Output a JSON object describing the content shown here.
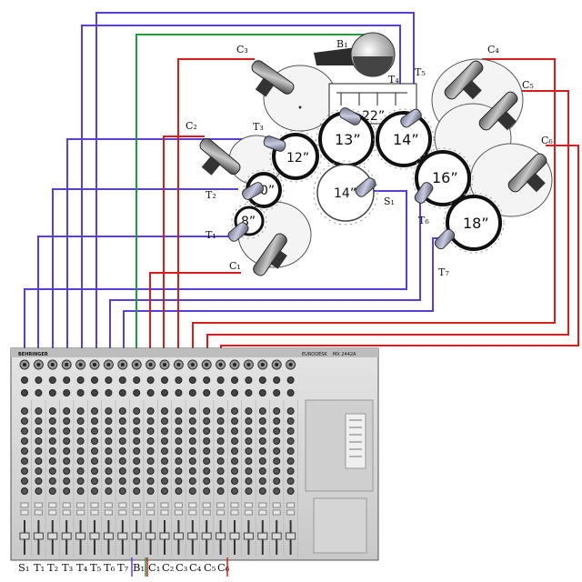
{
  "colors": {
    "source_cable": "#5a3fd1",
    "overhead_cable": "#d11f1f",
    "bass_cable": "#1e9b3a",
    "mixer_body": "#d9d9d9"
  },
  "mics": {
    "B1": "B₁",
    "C1": "C₁",
    "C2": "C₂",
    "C3": "C₃",
    "C4": "C₄",
    "C5": "C₅",
    "C6": "C₆",
    "T1": "T₁",
    "T2": "T₂",
    "T3": "T₃",
    "T4": "T₄",
    "T5": "T₅",
    "T6": "T₆",
    "T7": "T₇",
    "S1": "S₁"
  },
  "drums": {
    "floor_small": "8”",
    "tom_10": "0”",
    "tom_12": "12”",
    "tom_13": "13”",
    "tom_14": "14”",
    "tom_22": "22”",
    "snare": "14”",
    "floor_16": "16”",
    "floor_18": "18”"
  },
  "mixer": {
    "brand": "BEHRINGER",
    "model_line": "EURODESK",
    "model": "MX 2442A"
  },
  "channel_labels": [
    "S₁",
    "T₁",
    "T₂",
    "T₃",
    "T₄",
    "T₅",
    "T₆",
    "T₇",
    "B₁",
    "C₁",
    "C₂",
    "C₃",
    "C₄",
    "C₅",
    "C₆"
  ]
}
